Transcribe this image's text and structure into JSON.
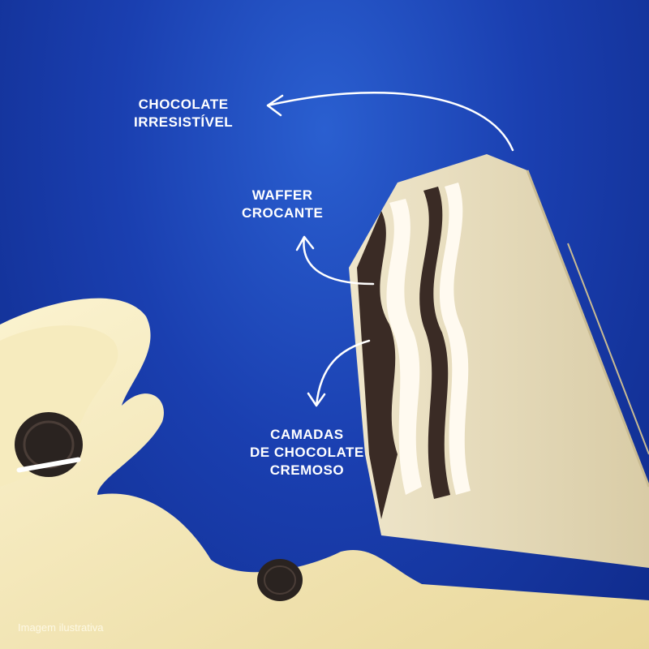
{
  "labels": {
    "chocolate": [
      "CHOCOLATE",
      "IRRESISTÍVEL"
    ],
    "waffer": [
      "WAFFER",
      "CROCANTE"
    ],
    "camadas": [
      "CAMADAS",
      "DE CHOCOLATE",
      "CREMOSO"
    ]
  },
  "caption": "Imagem ilustrativa",
  "colors": {
    "background": "#1a3fb0",
    "cream": "#f3e6b4",
    "wafer": "#ece2c4",
    "cookie": "#2a2320"
  }
}
